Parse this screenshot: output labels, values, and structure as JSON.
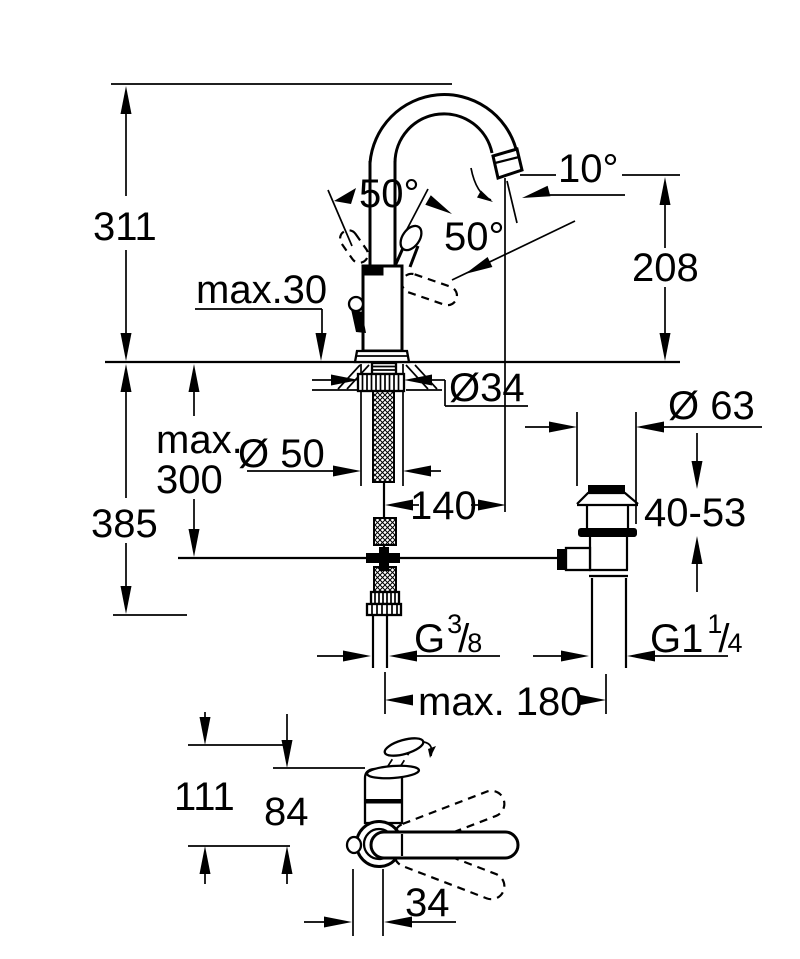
{
  "document": {
    "type": "technical-dimension-drawing",
    "subject": "single-lever basin mixer faucet with pop-up waste, side elevation and front view",
    "background_color": "#ffffff",
    "line_color": "#000000"
  },
  "dimensions": {
    "total_height": "311",
    "deck_thickness_max": "max.30",
    "handle_swing_left": "50°",
    "handle_swing_right": "50°",
    "outlet_angle": "10°",
    "spout_outlet_height": "208",
    "shank_diameter": "Ø34",
    "base_diameter": "Ø 50",
    "hose_length_max_line1": "max.",
    "hose_length_max_line2": "300",
    "below_deck_depth": "385",
    "spout_reach": "140",
    "waste_flange_diameter": "Ø 63",
    "basin_clamp_range": "40-53",
    "supply_thread": {
      "prefix": "G",
      "numerator": "3",
      "slash": "/",
      "denominator": "8"
    },
    "waste_thread": {
      "prefix": "G1",
      "numerator": "1",
      "slash": "/",
      "denominator": "4"
    },
    "faucet_to_waste_max": "max. 180",
    "handle_tip_height": "111",
    "body_height": "84",
    "handle_offset": "34"
  }
}
